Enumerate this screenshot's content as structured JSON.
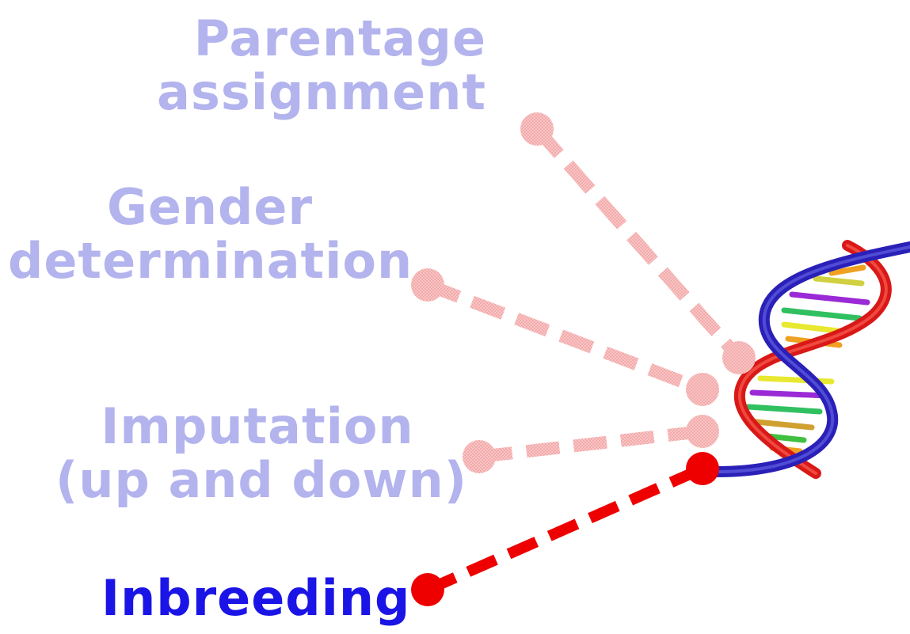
{
  "labels": {
    "parentage": [
      "Parentage",
      "assignment"
    ],
    "gender": [
      "Gender",
      "determination"
    ],
    "imputation": [
      "Imputation",
      "(up and down)"
    ],
    "inbreeding": "Inbreeding"
  },
  "colors": {
    "faded_text": "#b3b3ee",
    "active_text": "#1a14e6",
    "faded_connector": "#f7b7b7",
    "active_connector": "#ee0000",
    "dna_backbone_blue": "#2a20b8",
    "dna_backbone_red": "#d91818"
  },
  "icons": {
    "dna": "dna-double-helix-icon"
  }
}
